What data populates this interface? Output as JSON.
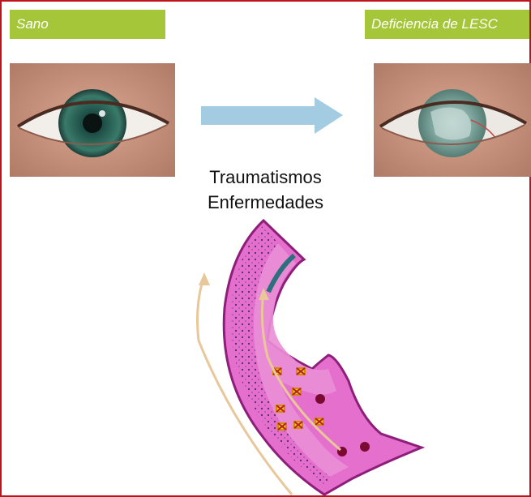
{
  "labels": {
    "left": "Sano",
    "right": "Deficiencia de LESC"
  },
  "causes": [
    "Traumatismos",
    "Enfermedades"
  ],
  "images": {
    "left_eye": "healthy-green-eye-photo",
    "right_eye": "clouded-cornea-eye-photo",
    "tissue": "limbal-epithelium-cross-section"
  },
  "colors": {
    "frame": "#c0121a",
    "label_bg": "#a6c63a",
    "arrow": "#a3cbe2",
    "tissue_pink": "#e46fcd",
    "tissue_dark": "#8d1f7a",
    "migration_arrow": "#e8c79a",
    "damage_marker": "#f2c62c"
  }
}
